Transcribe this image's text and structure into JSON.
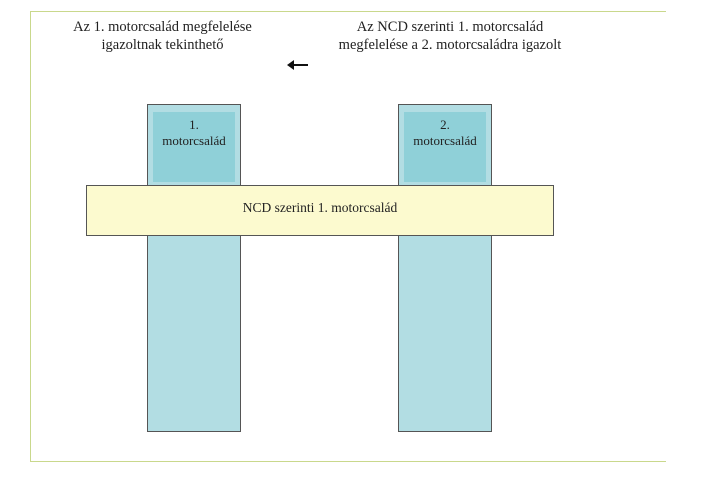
{
  "captions": {
    "left_line1": "Az 1. motorcsalád megfelelése",
    "left_line2": "igazoltnak tekinthető",
    "right_line1": "Az NCD szerinti 1. motorcsalád",
    "right_line2": "megfelelése a 2. motorcsaládra igazolt"
  },
  "arrow": {
    "icon": "arrow-left-icon",
    "direction": "left"
  },
  "columns": [
    {
      "number": "1.",
      "label": "motorcsalád"
    },
    {
      "number": "2.",
      "label": "motorcsalád"
    }
  ],
  "ncd_bar": {
    "label": "NCD szerinti 1. motorcsalád"
  },
  "colors": {
    "column_fill": "#b2dde3",
    "column_label_fill": "#8fd0d8",
    "bar_fill": "#fcfacf",
    "frame_line": "#c9d88c"
  }
}
